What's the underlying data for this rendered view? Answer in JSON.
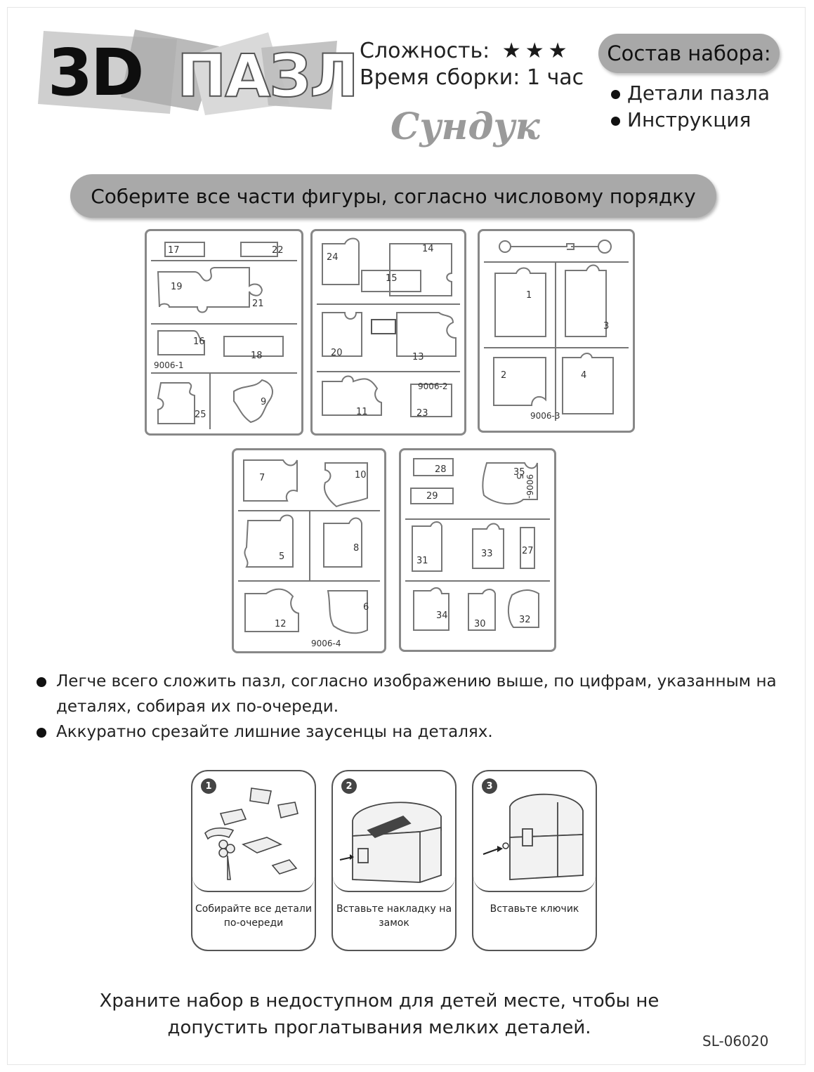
{
  "logo": {
    "prefix": "3D",
    "word": "ПАЗЛ"
  },
  "info": {
    "difficulty_label": "Сложность:",
    "difficulty_stars": 3,
    "assembly_time_label": "Время сборки: 1 час"
  },
  "model_name": "Сундук",
  "kit": {
    "title": "Состав набора:",
    "items": [
      "Детали пазла",
      "Инструкция"
    ]
  },
  "banner": "Соберите все части фигуры, согласно числовому порядку",
  "sheets": [
    {
      "code": "9006-1",
      "pieces": [
        "17",
        "22",
        "19",
        "21",
        "16",
        "18",
        "25",
        "9"
      ]
    },
    {
      "code": "9006-2",
      "pieces": [
        "24",
        "14",
        "15",
        "20",
        "13",
        "11",
        "23"
      ]
    },
    {
      "code": "9006-3",
      "pieces": [
        "1",
        "3",
        "2",
        "4"
      ]
    },
    {
      "code": "9006-4",
      "pieces": [
        "7",
        "10",
        "5",
        "8",
        "12",
        "6"
      ]
    },
    {
      "code": "9006-5",
      "pieces": [
        "28",
        "35",
        "29",
        "31",
        "33",
        "27",
        "34",
        "30",
        "32"
      ]
    }
  ],
  "tips": [
    "Легче всего сложить пазл, согласно изображению выше, по цифрам, указанным на деталях, собирая их по-очереди.",
    "Аккуратно срезайте лишние заусенцы на деталях."
  ],
  "steps": [
    {
      "number": "1",
      "caption": "Собирайте все детали по-очереди"
    },
    {
      "number": "2",
      "caption": "Вставьте накладку на замок"
    },
    {
      "number": "3",
      "caption": "Вставьте ключик"
    }
  ],
  "warning": "Храните набор в недоступном для детей месте, чтобы не допустить проглатывания мелких деталей.",
  "sku": "SL-06020"
}
